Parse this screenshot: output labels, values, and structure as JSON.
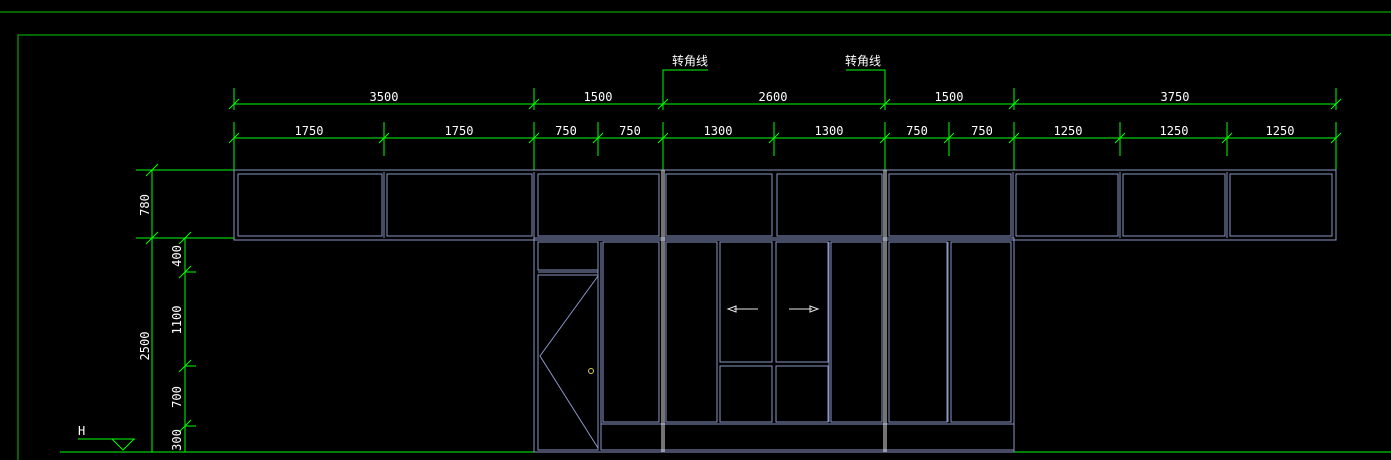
{
  "drawing": {
    "corner_labels": [
      {
        "id": "corner-line-1",
        "text": "转角线"
      },
      {
        "id": "corner-line-2",
        "text": "转角线"
      }
    ],
    "top_dims": [
      "3500",
      "1500",
      "2600",
      "1500",
      "3750"
    ],
    "sub_dims": [
      "1750",
      "1750",
      "750",
      "750",
      "1300",
      "1300",
      "750",
      "750",
      "1250",
      "1250",
      "1250"
    ],
    "left_dims": {
      "upper": "780",
      "total": "2500",
      "parts": [
        "400",
        "1100",
        "700",
        "300"
      ]
    },
    "level_mark": "H",
    "colors": {
      "background": "#000000",
      "dimension": "#00ff00",
      "cabinet": "#8c96c8",
      "frame": "#00c800",
      "text": "#ffffff"
    }
  }
}
